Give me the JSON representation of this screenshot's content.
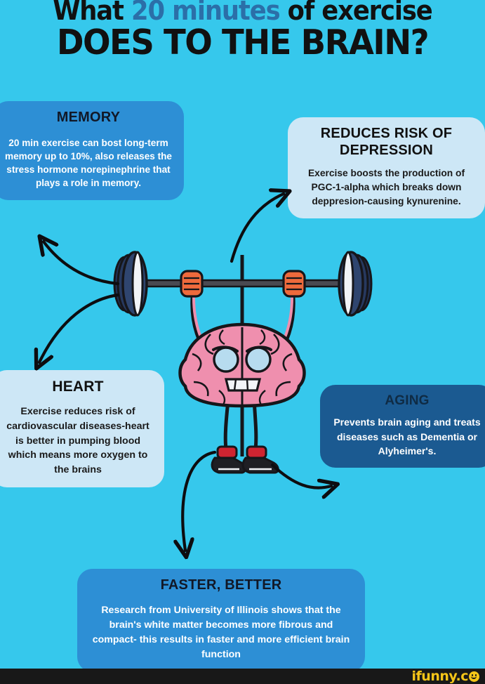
{
  "background_color": "#36c8ec",
  "title": {
    "line1_prefix": "What ",
    "line1_highlight": "20 minutes",
    "line1_suffix": " of exercise",
    "line1_highlight_color": "#2b6fa8",
    "line2": "DOES TO THE BRAIN?",
    "text_color": "#111111"
  },
  "cards": {
    "memory": {
      "title": "MEMORY",
      "body": "20 min exercise can bost long-term memory up to 10%, also releases the stress hormone norepinephrine that plays a role in memory.",
      "bg_color": "#2d8fd5",
      "title_color": "#111827",
      "body_color": "#ffffff"
    },
    "depression": {
      "title": "REDUCES RISK OF DEPRESSION",
      "body": "Exercise boosts the production of PGC-1-alpha which breaks down deppresion-causing kynurenine.",
      "bg_color": "#cde7f6",
      "title_color": "#111111",
      "body_color": "#1a1a1a"
    },
    "heart": {
      "title": "HEART",
      "body": "Exercise reduces risk of cardiovascular diseases-heart is better in pumping blood which means more oxygen to the brains",
      "bg_color": "#cde7f6",
      "title_color": "#111111",
      "body_color": "#1a1a1a"
    },
    "aging": {
      "title": "AGING",
      "body": "Prevents brain aging and treats diseases such as Dementia or Alyheimer's.",
      "bg_color": "#1b5a91",
      "title_color": "#0f2b44",
      "body_color": "#ffffff"
    },
    "faster": {
      "title": "FASTER, BETTER",
      "body": "Research from University of Illinois shows that the brain's white matter becomes more fibrous and compact- this results in faster and more efficient brain function",
      "bg_color": "#2d8fd5",
      "title_color": "#111827",
      "body_color": "#ffffff"
    }
  },
  "illustration": {
    "name": "brain-character-lifting-barbell",
    "brain_color": "#ef8fae",
    "brain_outline_color": "#16161a",
    "glove_color": "#ee6a3c",
    "plate_color": "#2a3f66",
    "bar_color": "#4a4a52",
    "shoe_color": "#1f1f24",
    "shoe_cuff_color": "#cf2431",
    "eye_color": "#b7dcef"
  },
  "arrows": {
    "color": "#0d0d10",
    "items": [
      "memory-arrow-upper",
      "memory-arrow-lower",
      "depression-arrow",
      "faster-arrow",
      "aging-arrow"
    ]
  },
  "footer": {
    "bar_color": "#181818",
    "watermark_text": "ifunny.c",
    "watermark_color": "#f5c518",
    "watermark_icon": "smiley-face-icon"
  }
}
